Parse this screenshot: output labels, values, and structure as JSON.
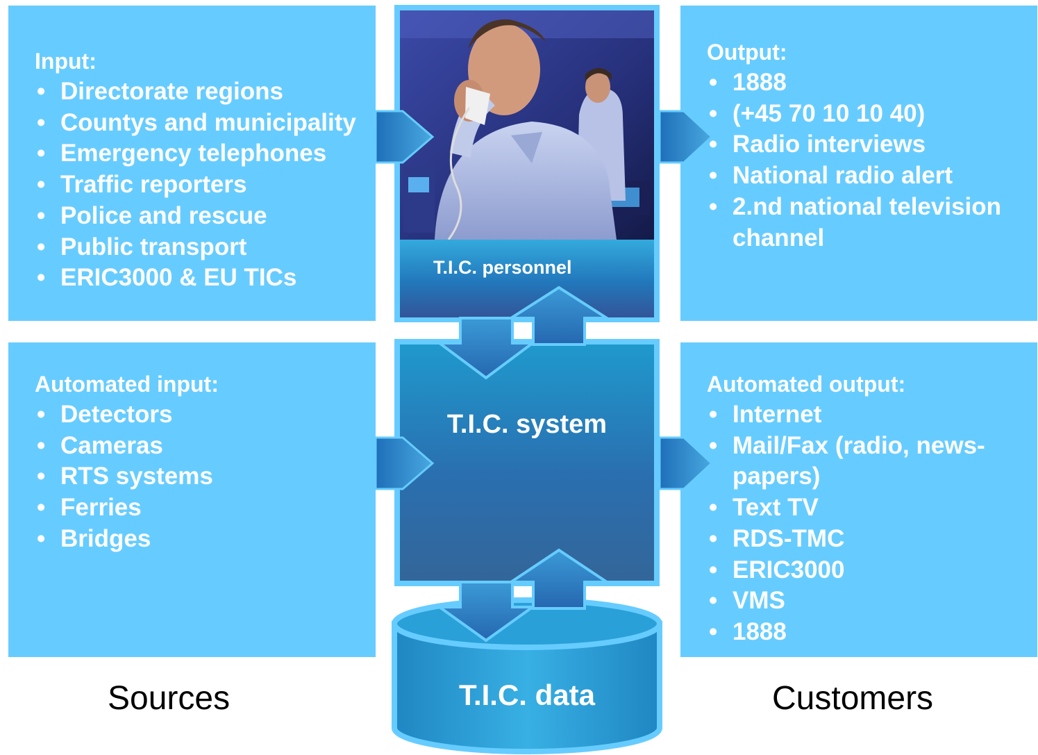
{
  "input": {
    "title": "Input:",
    "items": [
      "Directorate regions",
      "Countys and municipality",
      "Emergency telephones",
      "Traffic reporters",
      "Police and rescue",
      "Public transport",
      "ERIC3000 & EU TICs"
    ]
  },
  "output": {
    "title": "Output:",
    "items": [
      "1888",
      "(+45 70 10 10 40)",
      "Radio interviews",
      "National radio alert",
      "2.nd national television channel"
    ]
  },
  "automated_input": {
    "title": "Automated input:",
    "items": [
      "Detectors",
      "Cameras",
      "RTS systems",
      "Ferries",
      "Bridges"
    ]
  },
  "automated_output": {
    "title": "Automated output:",
    "items": [
      "Internet",
      "Mail/Fax (radio, news-papers)",
      "Text TV",
      "RDS-TMC",
      "ERIC3000",
      "VMS",
      "1888"
    ]
  },
  "center": {
    "personnel": "T.I.C. personnel",
    "system": "T.I.C. system",
    "data": "T.I.C. data"
  },
  "captions": {
    "sources": "Sources",
    "customers": "Customers"
  },
  "colors": {
    "panel": "#66ccff",
    "text": "#ffffff",
    "arrow": "#2a7fc4"
  }
}
